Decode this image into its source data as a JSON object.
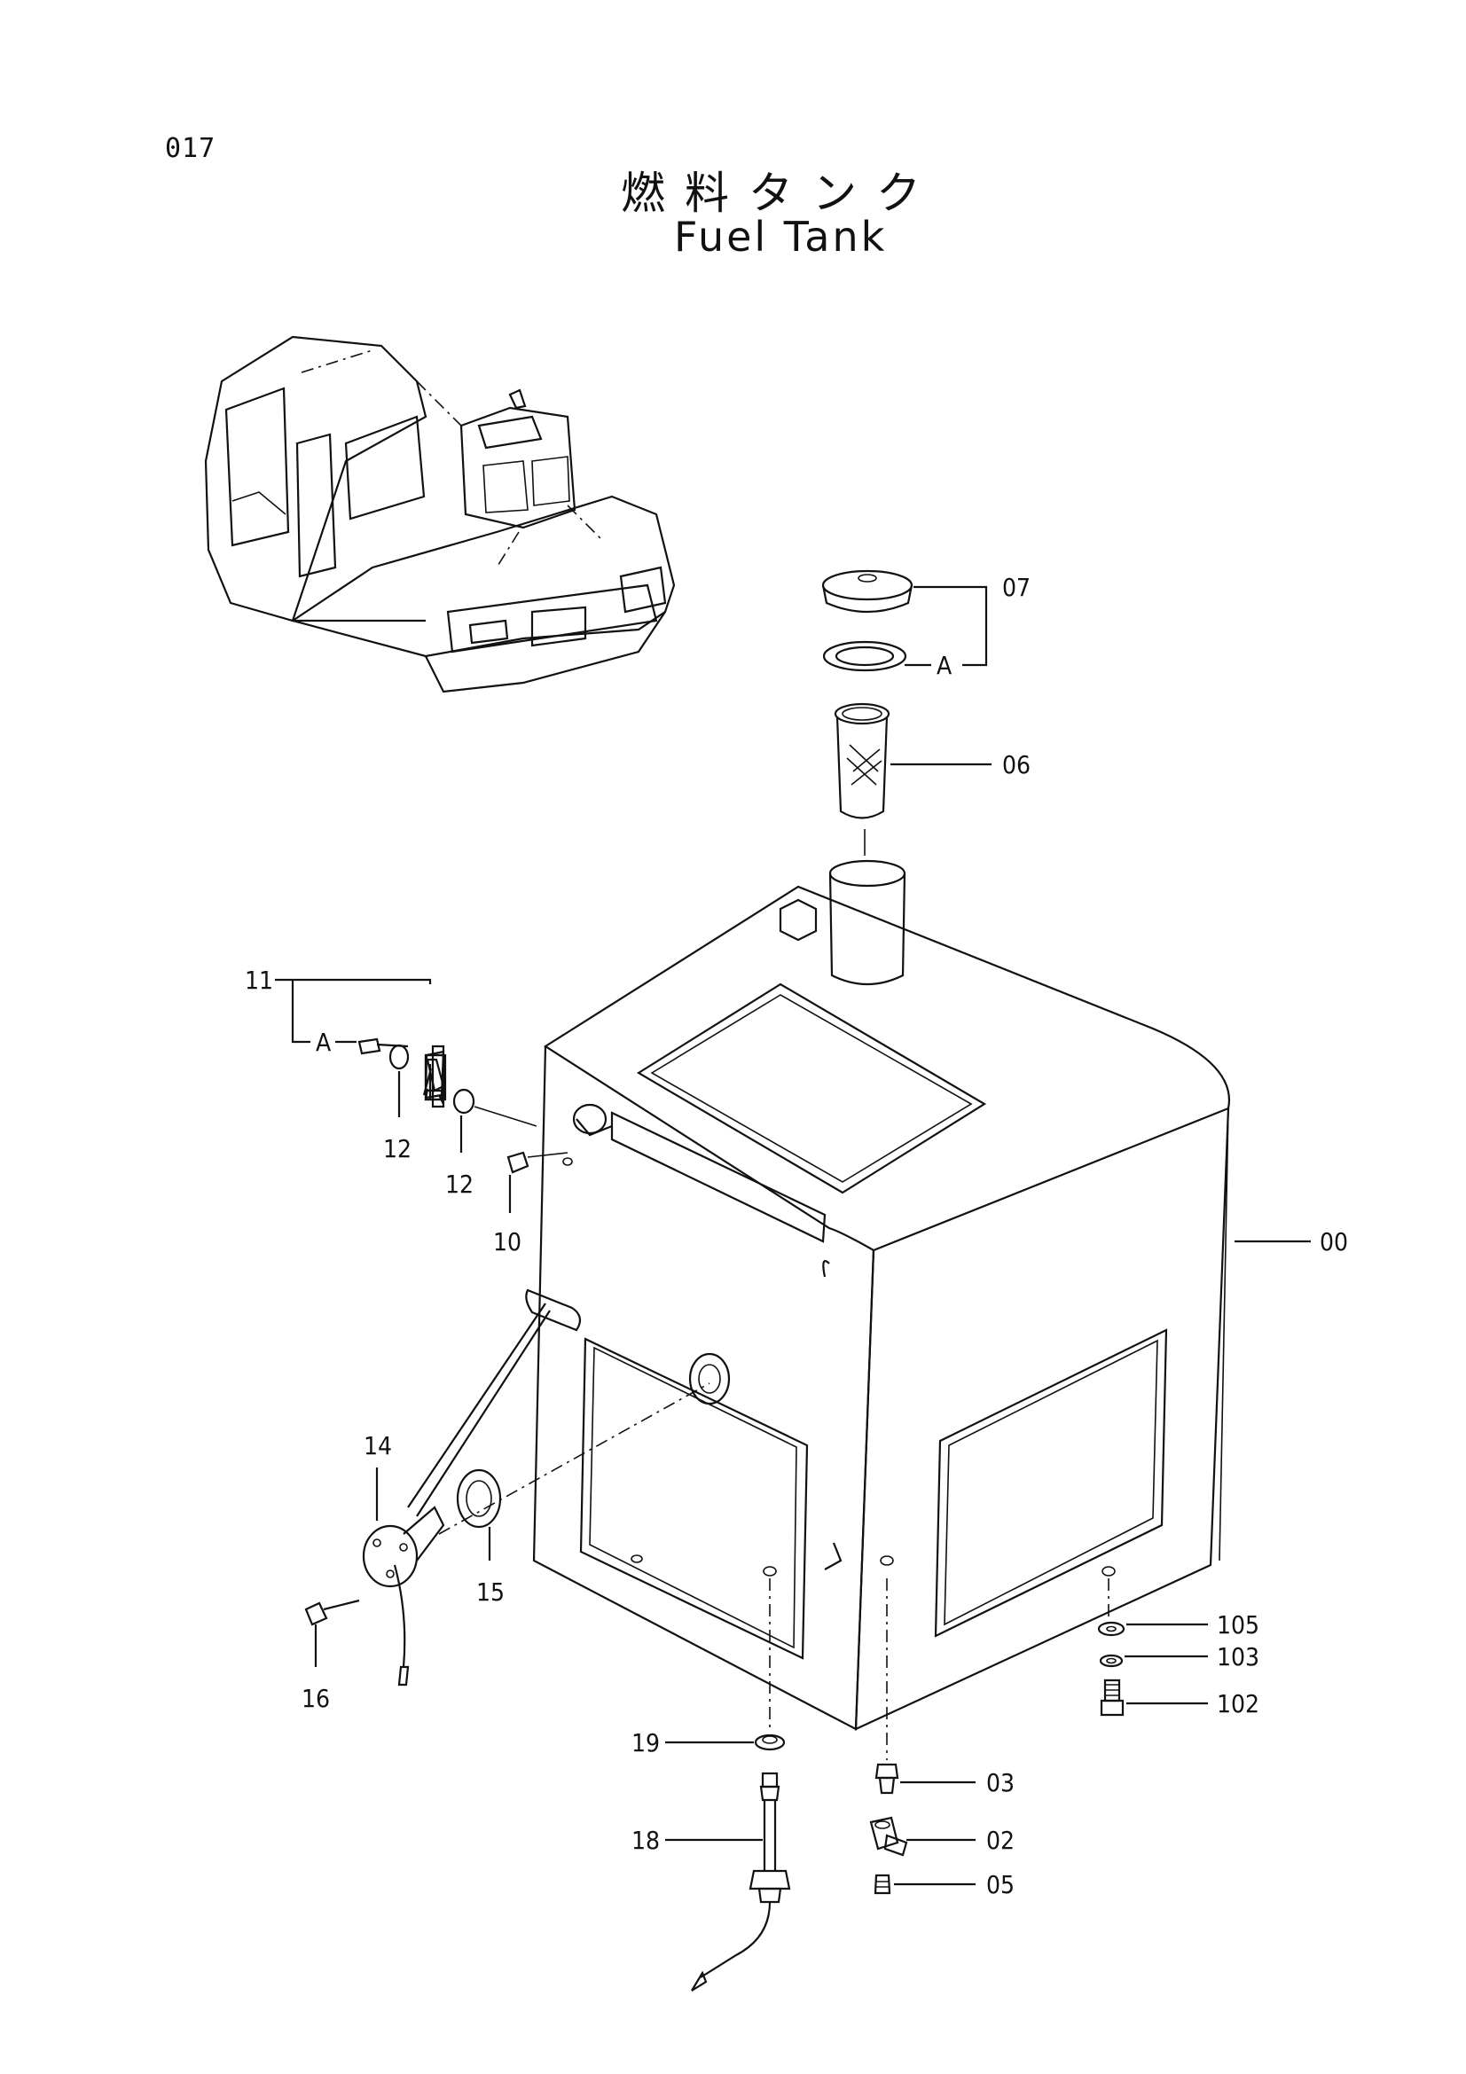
{
  "page": {
    "number": "017",
    "title_ja": "燃料タンク",
    "title_en": "Fuel Tank"
  },
  "callouts": {
    "c00": "00",
    "c02": "02",
    "c03": "03",
    "c05": "05",
    "c06": "06",
    "c07": "07",
    "c10": "10",
    "c11": "11",
    "c12a": "12",
    "c12b": "12",
    "c14": "14",
    "c15": "15",
    "c16": "16",
    "c18": "18",
    "c19": "19",
    "c102": "102",
    "c103": "103",
    "c105": "105",
    "markA1": "A",
    "markA2": "A"
  }
}
